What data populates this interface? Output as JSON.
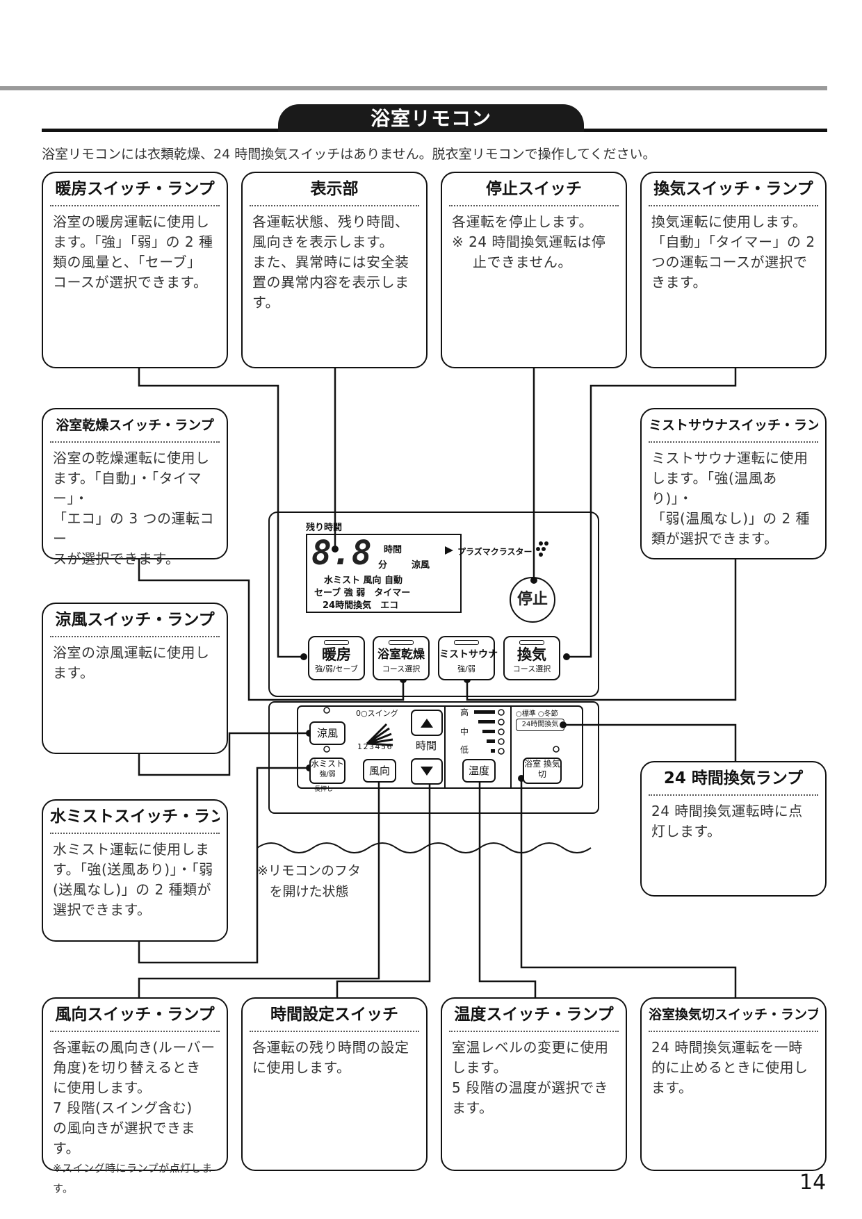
{
  "section_title": "浴室リモコン",
  "intro": "浴室リモコンには衣類乾燥、24 時間換気スイッチはありません。脱衣室リモコンで操作してください。",
  "boxes": {
    "danbo": {
      "title": "暖房スイッチ・ランプ",
      "lines": [
        "浴室の暖房運転に使用し",
        "ます。「強」「弱」の 2 種",
        "類の風量と、「セーブ」",
        "コースが選択できます。"
      ]
    },
    "hyoji": {
      "title": "表示部",
      "lines": [
        "各運転状態、残り時間、",
        "風向きを表示します。",
        "また、異常時には安全装",
        "置の異常内容を表示しま",
        "す。"
      ]
    },
    "teishi": {
      "title": "停止スイッチ",
      "lines": [
        "各運転を停止します。"
      ],
      "note": "※ 24 時間換気運転は停止できません。"
    },
    "kanki": {
      "title": "換気スイッチ・ランプ",
      "lines": [
        "換気運転に使用します。",
        "「自動」「タイマー」の 2",
        "つの運転コースが選択で",
        "きます。"
      ]
    },
    "kanso": {
      "title": "浴室乾燥スイッチ・ランプ",
      "lines": [
        "浴室の乾燥運転に使用し",
        "ます。「自動」・「タイマー」・",
        "「エコ」の 3 つの運転コー",
        "スが選択できます。"
      ]
    },
    "mist_sauna": {
      "title": "ミストサウナスイッチ・ランプ",
      "lines": [
        "ミストサウナ運転に使用",
        "します。「強(温風あり)」・",
        "「弱(温風なし)」の 2 種",
        "類が選択できます。"
      ]
    },
    "ryofu": {
      "title": "涼風スイッチ・ランプ",
      "lines": [
        "浴室の涼風運転に使用し",
        "ます。"
      ]
    },
    "kanki24": {
      "title": "24 時間換気ランプ",
      "lines": [
        "24 時間換気運転時に点",
        "灯します。"
      ]
    },
    "mizu_mist": {
      "title": "水ミストスイッチ・ランプ",
      "lines": [
        "水ミスト運転に使用しま",
        "す。「強(送風あり)」・「弱",
        "(送風なし)」の 2 種類が",
        "選択できます。"
      ]
    },
    "fuko": {
      "title": "風向スイッチ・ランプ",
      "lines": [
        "各運転の風向き(ルーバー",
        "角度)を切り替えるとき",
        "に使用します。",
        "7 段階(スイング含む)",
        "の風向きが選択できます。"
      ],
      "note": "※スイング時にランプが点灯します。"
    },
    "jikan": {
      "title": "時間設定スイッチ",
      "lines": [
        "各運転の残り時間の設定",
        "に使用します。"
      ]
    },
    "ondo": {
      "title": "温度スイッチ・ランプ",
      "lines": [
        "室温レベルの変更に使用",
        "します。",
        "5 段階の温度が選択でき",
        "ます。"
      ]
    },
    "kankigiri": {
      "title": "浴室換気切スイッチ・ランプ",
      "lines": [
        "24 時間換気運転を一時",
        "的に止めるときに使用し",
        "ます。"
      ]
    }
  },
  "panel": {
    "remaining_time_label": "残り時間",
    "lcd_digits": "8.8",
    "lcd_hour": "時間",
    "lcd_min": "分",
    "lcd_cool": "涼風",
    "lcd_row1": "水ミスト 風向 自動",
    "lcd_row2": "セーブ 強 弱　タイマー",
    "lcd_row3": "24時間換気　エコ",
    "plasma": "プラズマクラスター",
    "stop": "停止",
    "btn_danbo": "暖房",
    "btn_danbo_sub": "強/弱/セーブ",
    "btn_kanso": "浴室乾燥",
    "btn_kanso_sub": "コース選択",
    "btn_mist": "ミストサウナ",
    "btn_mist_sub": "強/弱",
    "btn_kanki": "換気",
    "btn_kanki_sub": "コース選択",
    "ryofu": "涼風",
    "mizu_mist": "水ミスト",
    "mizu_mist_sub": "強/弱",
    "long_press": "長押し",
    "swing": "0○スイング",
    "louver_nums": "1 2 3 4 5 6",
    "fuko": "風向",
    "jikan": "時間",
    "high": "高",
    "mid": "中",
    "low": "低",
    "ondo": "温度",
    "standard": "○標準 ○冬節",
    "kanki24": "24時間換気",
    "kankigiri": "浴室 換気切"
  },
  "caption_lines": [
    "※リモコンのフタ",
    "を開けた状態"
  ],
  "page_number": "14"
}
